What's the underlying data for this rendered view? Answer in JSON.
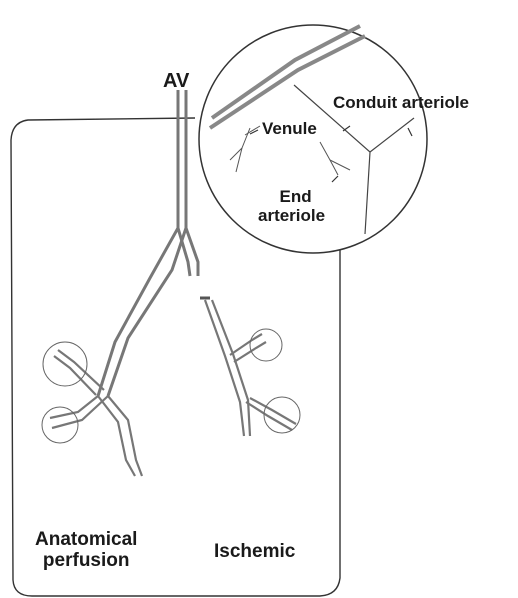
{
  "labels": {
    "av": "AV",
    "conduit_arteriole": "Conduit arteriole",
    "venule": "Venule",
    "end_arteriole_line1": "End",
    "end_arteriole_line2": "arteriole",
    "anatomical_line1": "Anatomical",
    "anatomical_line2": "perfusion",
    "ischemic": "Ischemic"
  },
  "colors": {
    "vessel": "#7a7a7a",
    "outline": "#2b2b2b",
    "text": "#1a1a1a"
  }
}
